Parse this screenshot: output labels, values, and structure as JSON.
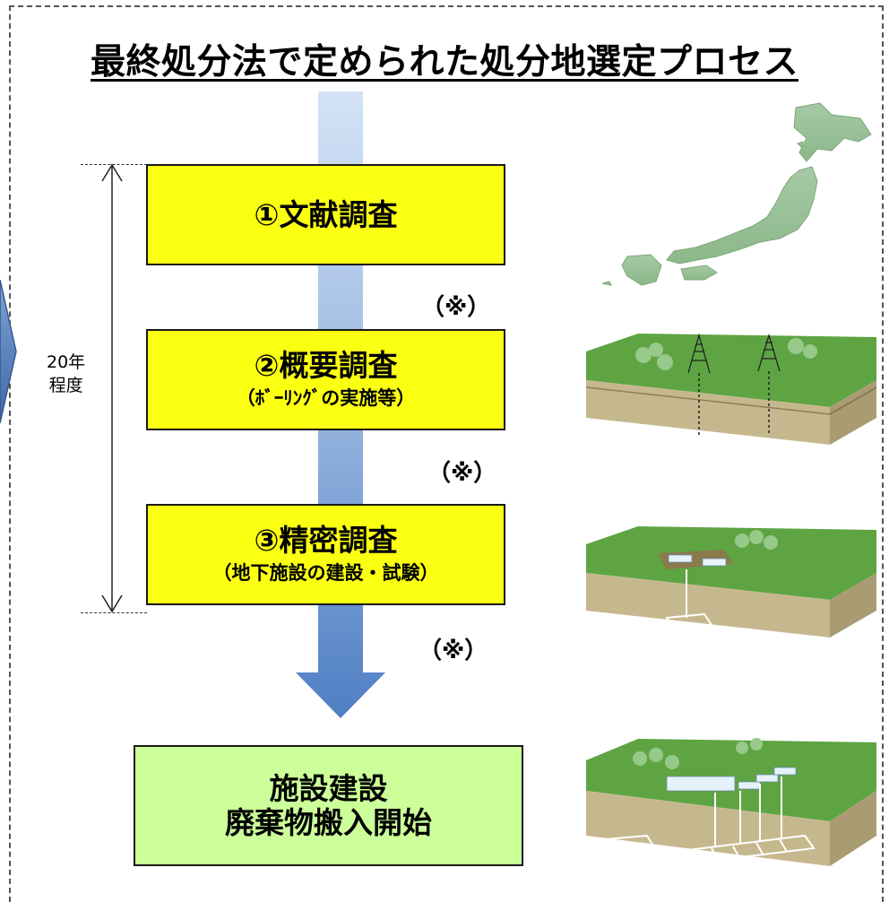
{
  "title": "最終処分法で定められた処分地選定プロセス",
  "steps": [
    {
      "main": "①文献調査",
      "sub": ""
    },
    {
      "main": "②概要調査",
      "sub": "（ﾎﾞｰﾘﾝｸﾞの実施等）"
    },
    {
      "main": "③精密調査",
      "sub": "（地下施設の建設・試験）"
    }
  ],
  "final": {
    "line1": "施設建設",
    "line2": "廃棄物搬入開始"
  },
  "notes": [
    "（※）",
    "（※）",
    "（※）"
  ],
  "duration": {
    "line1": "20年",
    "line2": "程度"
  },
  "colors": {
    "step_box": "#fbff12",
    "final_box": "#ccff99",
    "arrow_top": "#d4e3f6",
    "arrow_bottom": "#4f7fc4",
    "land": "#5ea443",
    "soil": "#c6b88e"
  },
  "illustrations": [
    "japan-map",
    "ground-with-drilling-rigs",
    "ground-with-surface-facilities",
    "ground-with-disposal-facility"
  ]
}
